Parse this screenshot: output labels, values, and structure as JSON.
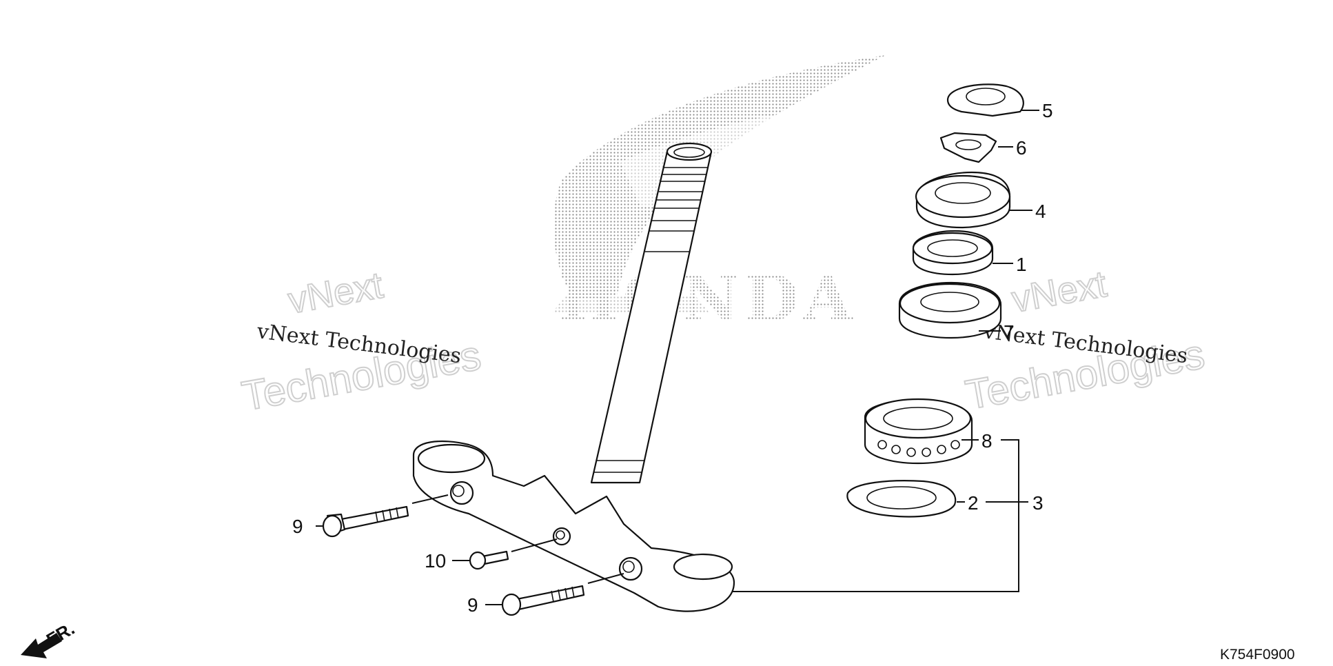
{
  "diagram": {
    "logo": {
      "brand_text": "HONDA"
    },
    "watermarks": [
      {
        "line1": "vNext",
        "line2": "Technologies",
        "caption": "vNext Technologies"
      },
      {
        "line1": "vNext",
        "line2": "Technologies",
        "caption": "vNext Technologies"
      }
    ],
    "callouts": {
      "c1": "1",
      "c2": "2",
      "c3": "3",
      "c4": "4",
      "c5": "5",
      "c6": "6",
      "c7": "7",
      "c8": "8",
      "c9a": "9",
      "c9b": "9",
      "c10": "10"
    },
    "direction": {
      "label": "FR."
    },
    "diagram_code": "K754F0900"
  }
}
